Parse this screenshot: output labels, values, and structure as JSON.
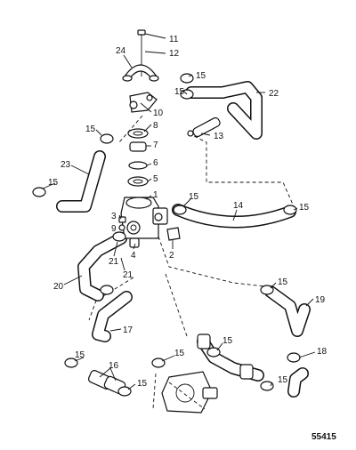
{
  "figure_number": "55415",
  "callouts": [
    {
      "id": "c11a",
      "text": "11"
    },
    {
      "id": "c12a",
      "text": "12"
    },
    {
      "id": "c24",
      "text": "24"
    },
    {
      "id": "c15a",
      "text": "15"
    },
    {
      "id": "c15b",
      "text": "15"
    },
    {
      "id": "c22",
      "text": "22"
    },
    {
      "id": "c10",
      "text": "10"
    },
    {
      "id": "c8",
      "text": "8"
    },
    {
      "id": "c13",
      "text": "13"
    },
    {
      "id": "c15c",
      "text": "15"
    },
    {
      "id": "c7",
      "text": "7"
    },
    {
      "id": "c6",
      "text": "6"
    },
    {
      "id": "c23",
      "text": "23"
    },
    {
      "id": "c5",
      "text": "5"
    },
    {
      "id": "c15d",
      "text": "15"
    },
    {
      "id": "c1",
      "text": "1"
    },
    {
      "id": "c15e",
      "text": "15"
    },
    {
      "id": "c14",
      "text": "14"
    },
    {
      "id": "c15f",
      "text": "15"
    },
    {
      "id": "c3",
      "text": "3"
    },
    {
      "id": "c9",
      "text": "9"
    },
    {
      "id": "c4",
      "text": "4"
    },
    {
      "id": "c2",
      "text": "2"
    },
    {
      "id": "c21a",
      "text": "21"
    },
    {
      "id": "c21b",
      "text": "21"
    },
    {
      "id": "c20",
      "text": "20"
    },
    {
      "id": "c15g",
      "text": "15"
    },
    {
      "id": "c19",
      "text": "19"
    },
    {
      "id": "c17",
      "text": "17"
    },
    {
      "id": "c15h",
      "text": "15"
    },
    {
      "id": "c18",
      "text": "18"
    },
    {
      "id": "c15i",
      "text": "15"
    },
    {
      "id": "c15j",
      "text": "15"
    },
    {
      "id": "c16",
      "text": "16"
    },
    {
      "id": "c15k",
      "text": "15"
    },
    {
      "id": "c15l",
      "text": "15"
    }
  ]
}
